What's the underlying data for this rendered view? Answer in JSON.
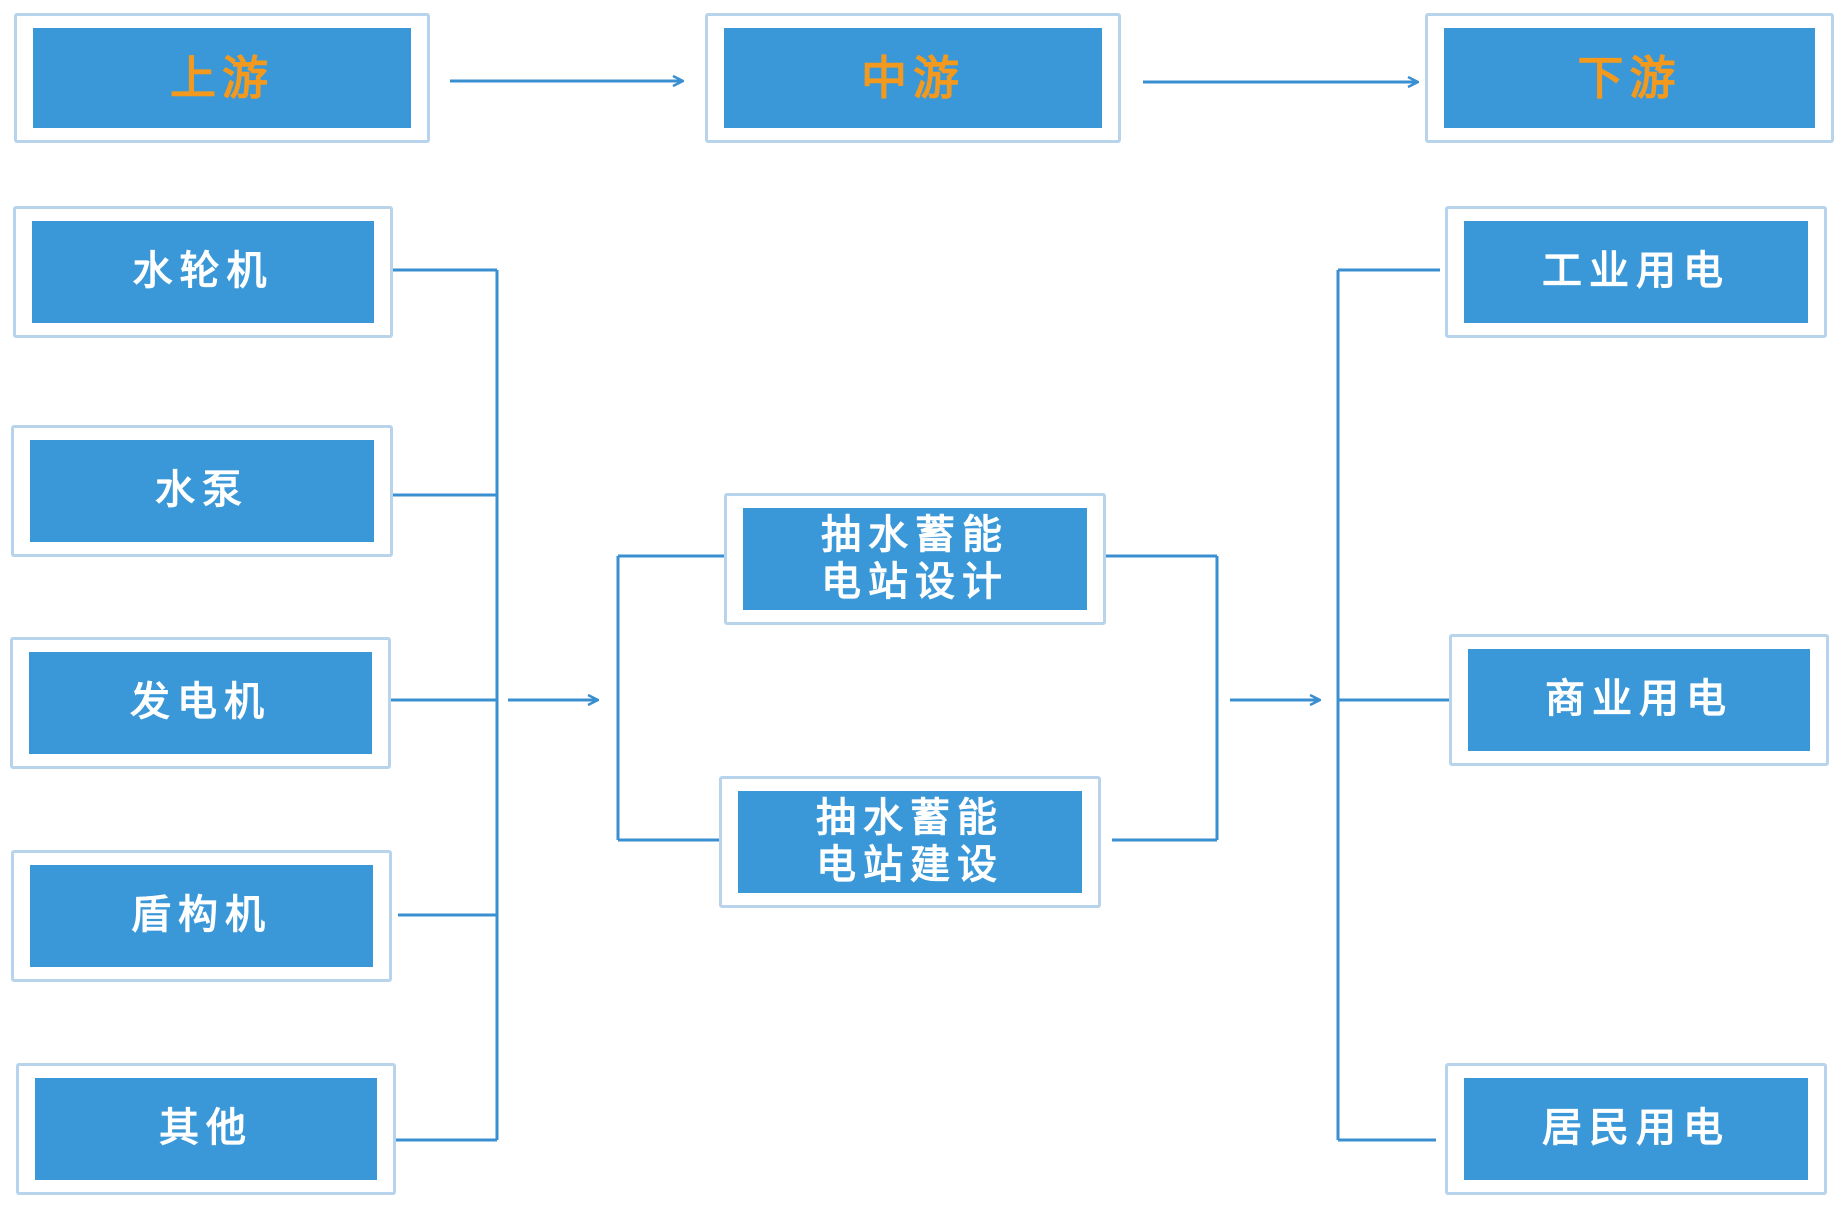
{
  "stages": {
    "upstream": "上游",
    "midstream": "中游",
    "downstream": "下游"
  },
  "upstream_items": [
    "水轮机",
    "水泵",
    "发电机",
    "盾构机",
    "其他"
  ],
  "midstream_items": [
    "抽水蓄能\n电站设计",
    "抽水蓄能\n电站建设"
  ],
  "downstream_items": [
    "工业用电",
    "商业用电",
    "居民用电"
  ],
  "colors": {
    "box_fill": "#3a98d8",
    "box_border": "#b8d4ec",
    "header_text": "#f39a1e",
    "label_text": "#ffffff",
    "line": "#3a8fd0"
  }
}
